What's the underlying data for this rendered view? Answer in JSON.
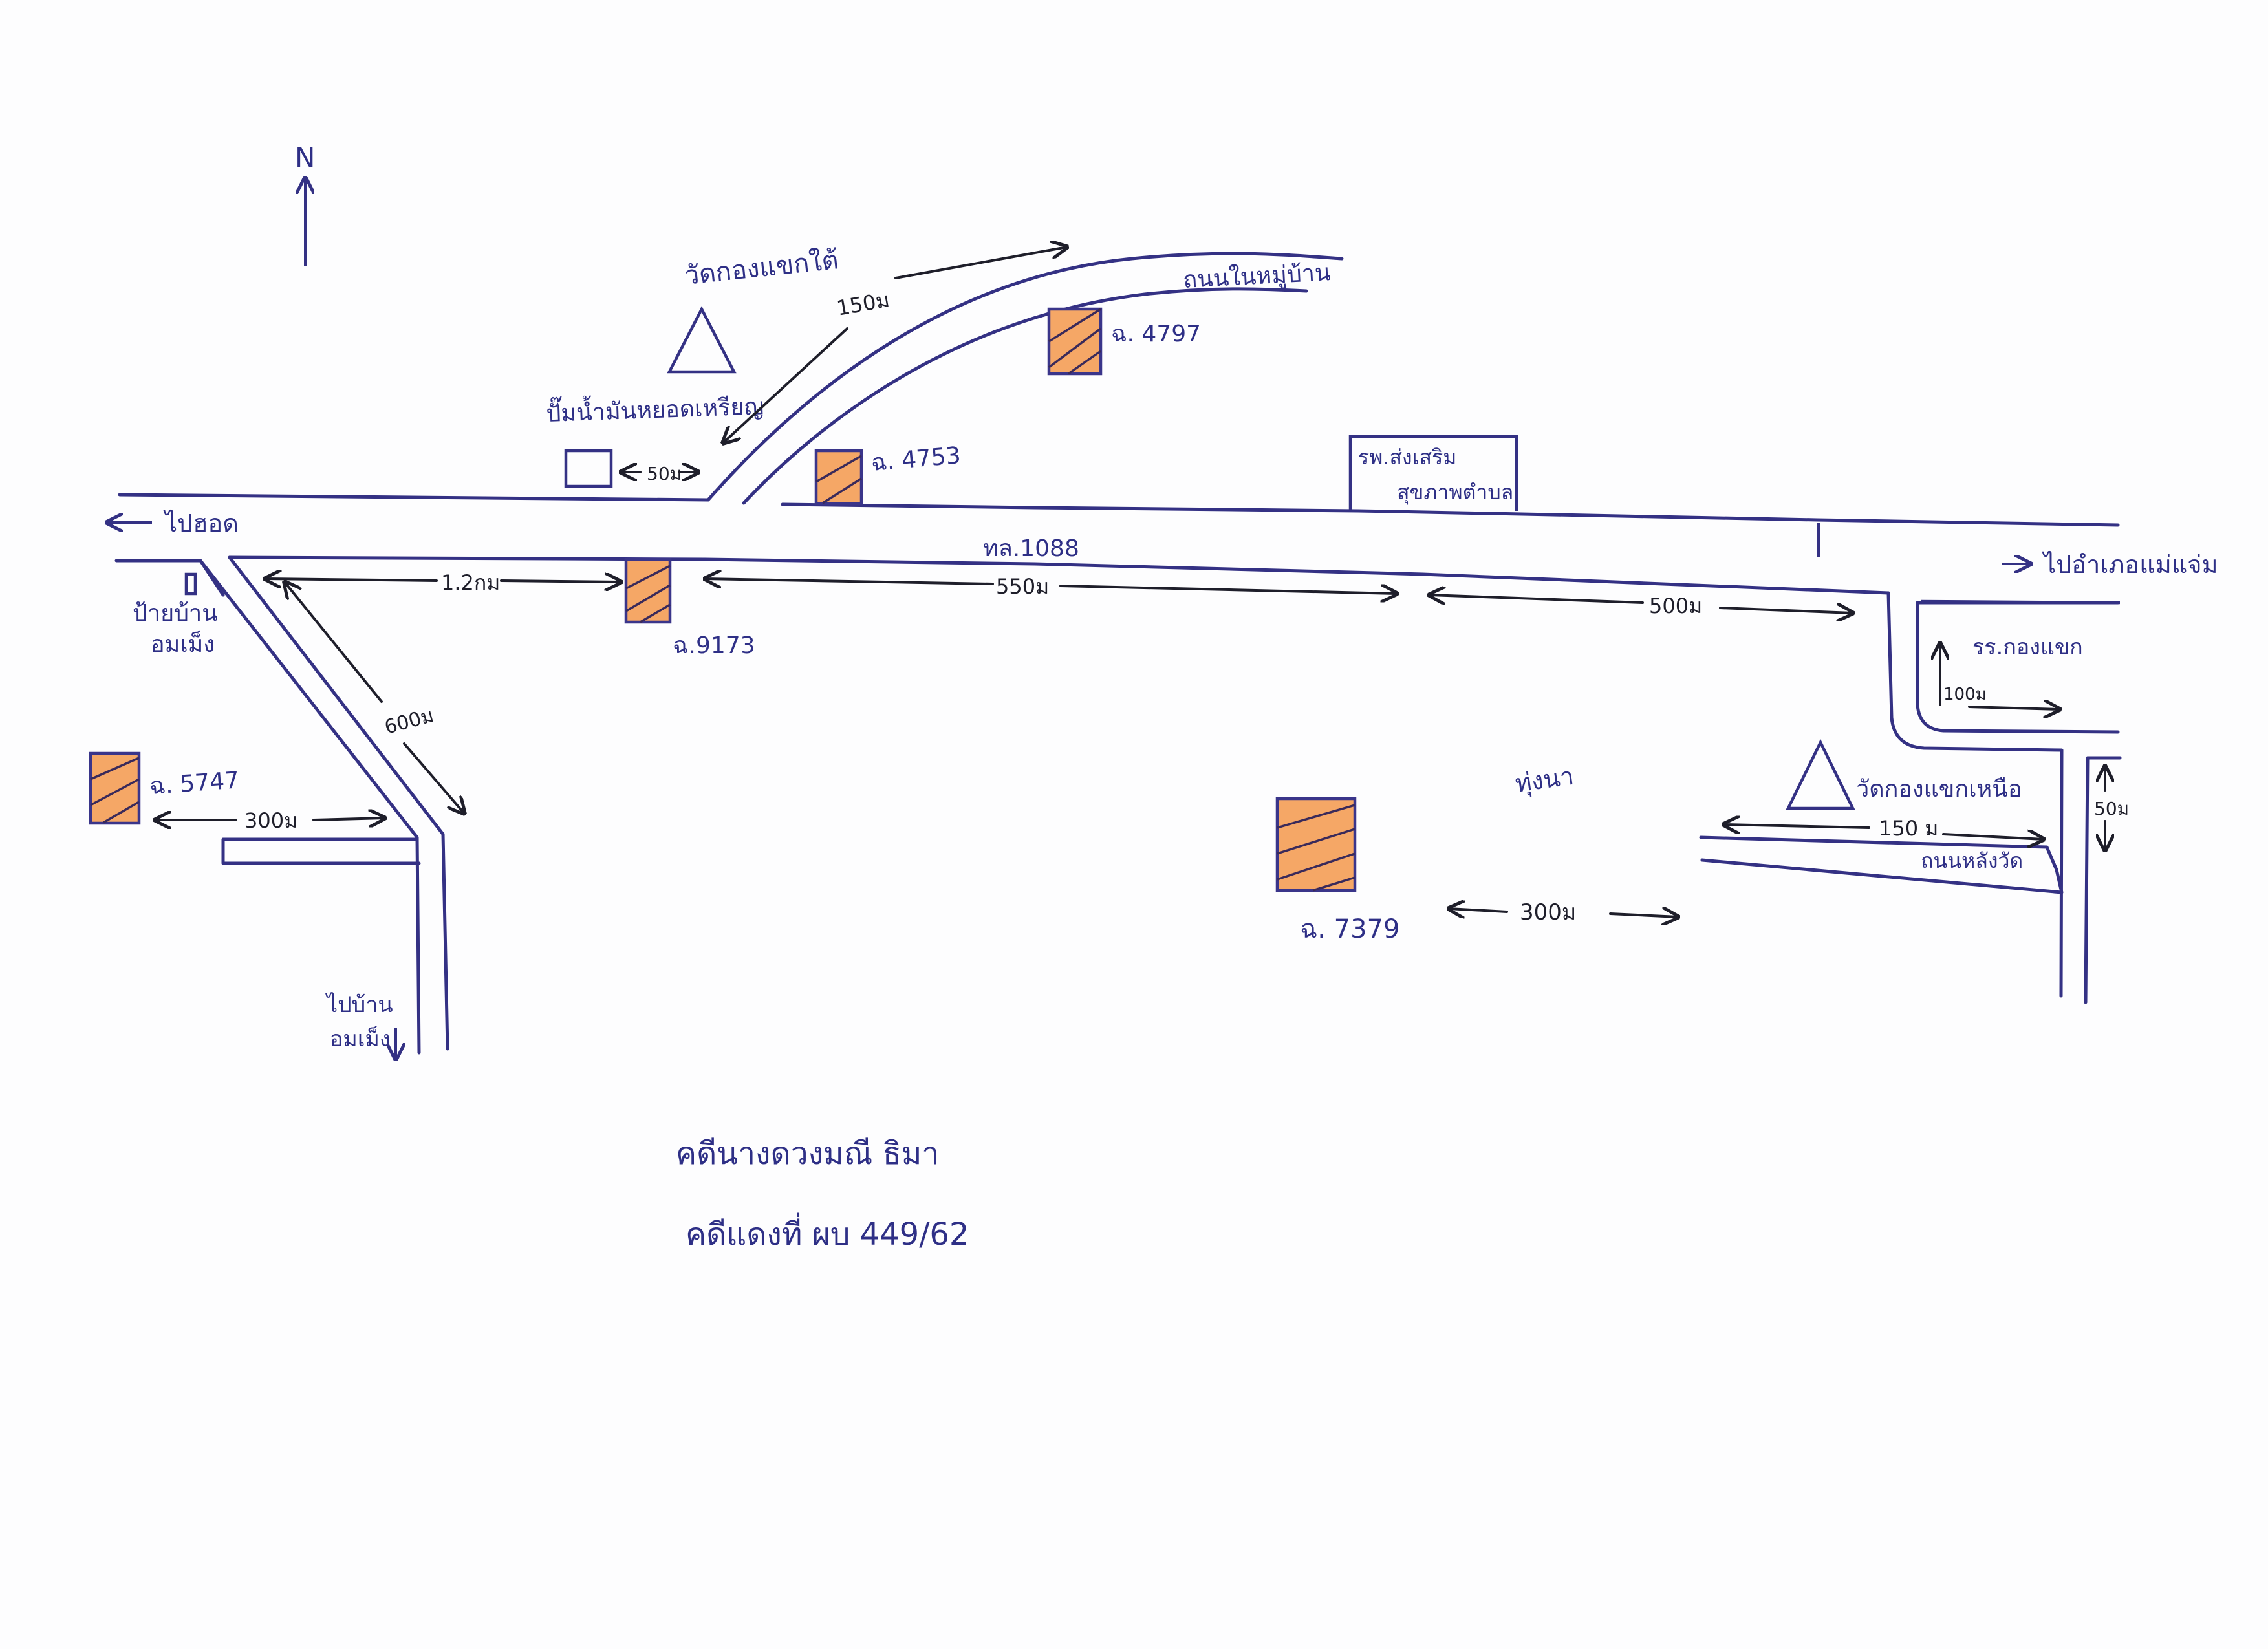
{
  "compass": {
    "label": "N"
  },
  "roads": {
    "highway_label": "ทล.1088",
    "village_road": "ถนนในหมู่บ้าน",
    "to_west": "ไปฮอด",
    "to_east": "ไปอำเภอแม่แจ่ม",
    "to_south_line1": "ไปบ้าน",
    "to_south_line2": "อมเม็ง",
    "ring_road": "ถนนหลังวัด"
  },
  "landmarks": {
    "temple_south": "วัดกองแขกใต้",
    "temple_north": "วัดกองแขกเหนือ",
    "gas_station": "ปั๊มน้ำมันหยอดเหรียญ",
    "hospital_line1": "รพ.ส่งเสริม",
    "hospital_line2": "สุขภาพตำบล",
    "school": "รร.กองแขก",
    "sign_line1": "ป้ายบ้าน",
    "sign_line2": "อมเม็ง",
    "rice_field": "ทุ่งนา"
  },
  "plots": [
    {
      "id": "4797",
      "label": "ฉ. 4797"
    },
    {
      "id": "4753",
      "label": "ฉ. 4753"
    },
    {
      "id": "9173",
      "label": "ฉ.9173"
    },
    {
      "id": "5747",
      "label": "ฉ. 5747"
    },
    {
      "id": "7379",
      "label": "ฉ. 7379"
    }
  ],
  "distances": {
    "d150_village": "150ม",
    "d50_gas": "50ม",
    "d1200": "1.2กม",
    "d550": "550ม",
    "d500": "500ม",
    "d600": "600ม",
    "d300_west": "300ม",
    "d300_field": "300ม",
    "d100_school": "100ม",
    "d150_temple": "150 ม",
    "d50_east": "50ม"
  },
  "footer": {
    "line1": "คดีนางดวงมณี ธิมา",
    "line2": "คดีแดงที่ ผบ 449/62"
  },
  "colors": {
    "ink": "#343184",
    "plot_fill": "#f5a766",
    "pen": "#1e1e2a",
    "paper": "#fdfdfe"
  }
}
